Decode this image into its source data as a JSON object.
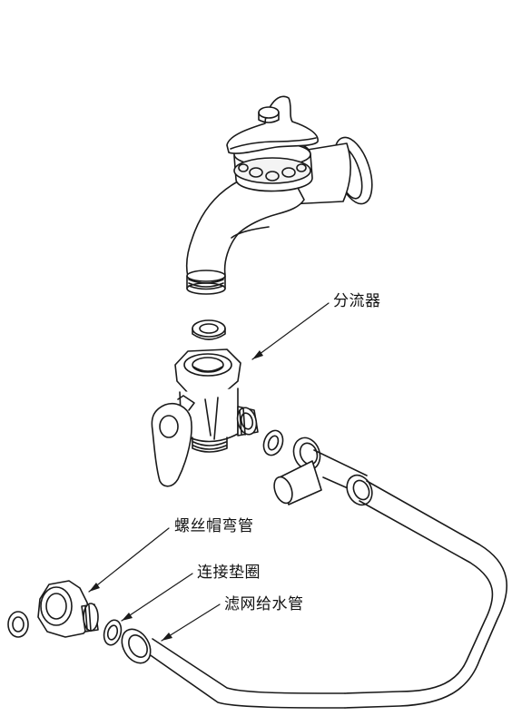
{
  "callouts": {
    "diverter": "分流器",
    "elbow_nut": "螺丝帽弯管",
    "washer": "连接垫圈",
    "filter_hose": "滤网给水管"
  },
  "colors": {
    "line": "#1a1a1a",
    "fill": "#ffffff",
    "shade": "#e9e9e9"
  }
}
